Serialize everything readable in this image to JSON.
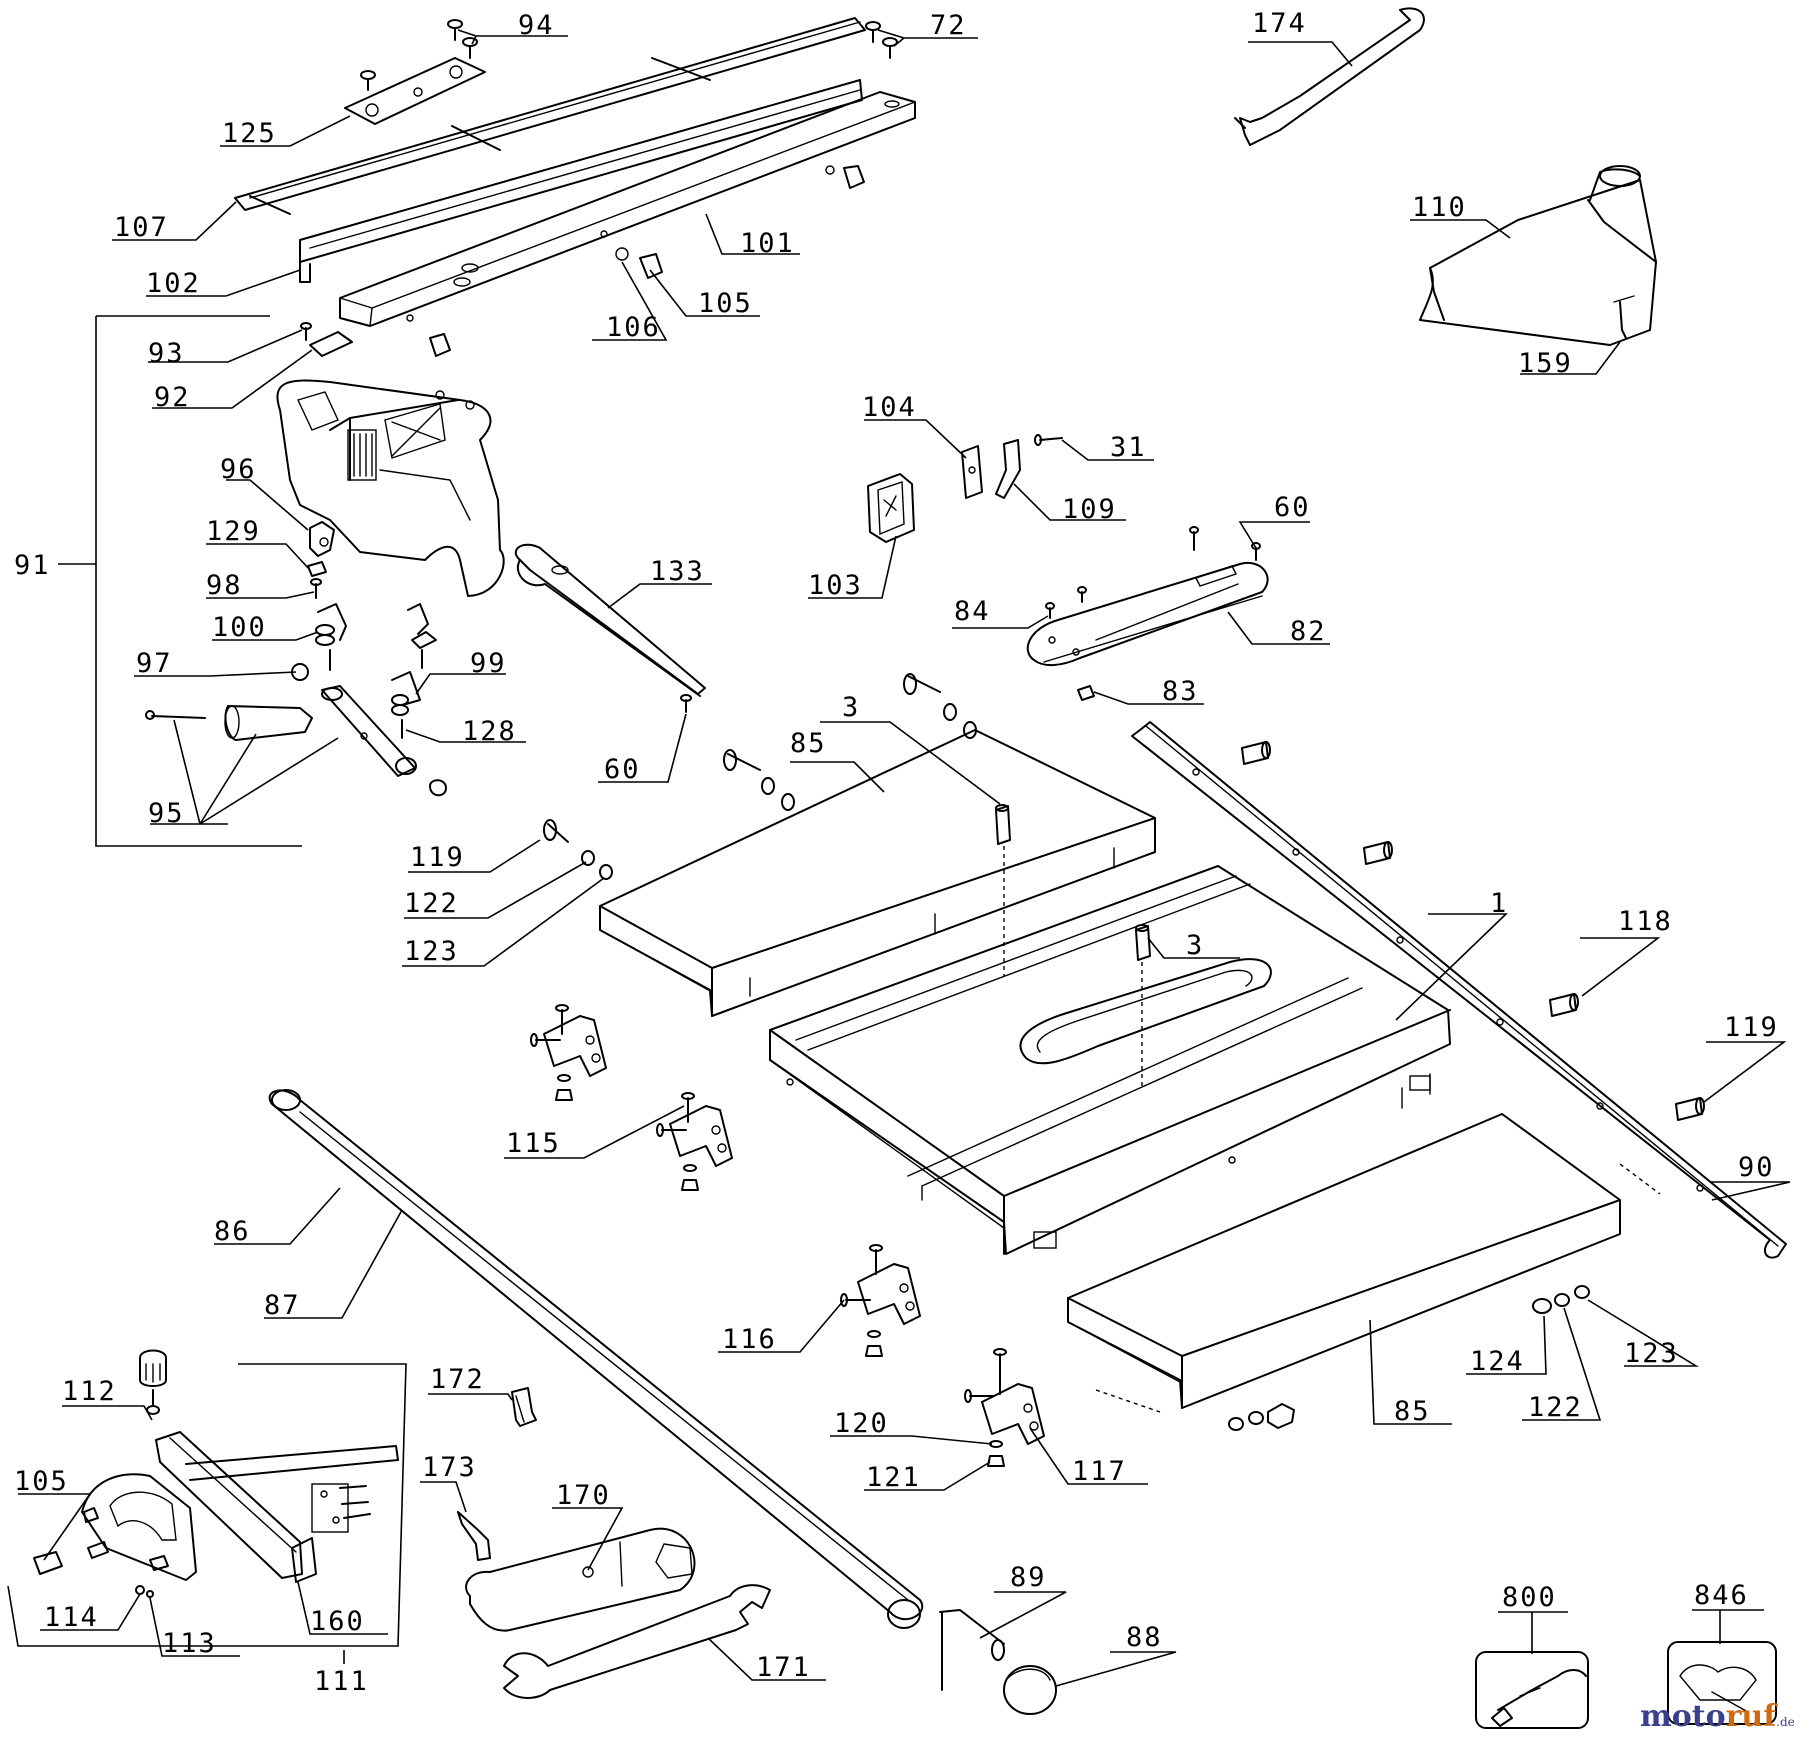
{
  "labels": {
    "p1": "1",
    "p3a": "3",
    "p3b": "3",
    "p31": "31",
    "p60a": "60",
    "p60b": "60",
    "p72": "72",
    "p82": "82",
    "p83": "83",
    "p84": "84",
    "p85a": "85",
    "p85b": "85",
    "p86": "86",
    "p87": "87",
    "p88": "88",
    "p89": "89",
    "p90": "90",
    "p91": "91",
    "p92": "92",
    "p93": "93",
    "p94": "94",
    "p95": "95",
    "p96": "96",
    "p97": "97",
    "p98": "98",
    "p99": "99",
    "p100": "100",
    "p101": "101",
    "p102": "102",
    "p103": "103",
    "p104": "104",
    "p105a": "105",
    "p105b": "105",
    "p106": "106",
    "p107": "107",
    "p109": "109",
    "p110": "110",
    "p111": "111",
    "p112": "112",
    "p113": "113",
    "p114": "114",
    "p115": "115",
    "p116": "116",
    "p117": "117",
    "p118": "118",
    "p119a": "119",
    "p119b": "119",
    "p120": "120",
    "p121": "121",
    "p122a": "122",
    "p122b": "122",
    "p123a": "123",
    "p123b": "123",
    "p124": "124",
    "p125": "125",
    "p128": "128",
    "p129": "129",
    "p133": "133",
    "p159": "159",
    "p160": "160",
    "p170": "170",
    "p171": "171",
    "p172": "172",
    "p173": "173",
    "p174": "174",
    "p800": "800",
    "p846": "846"
  },
  "watermark": {
    "part_a": "moto",
    "part_b": "ruf",
    "suffix": ".de"
  },
  "colors": {
    "line": "#000000",
    "background": "#ffffff",
    "watermark_blue": "#3a3f8f",
    "watermark_orange": "#d06a10"
  }
}
